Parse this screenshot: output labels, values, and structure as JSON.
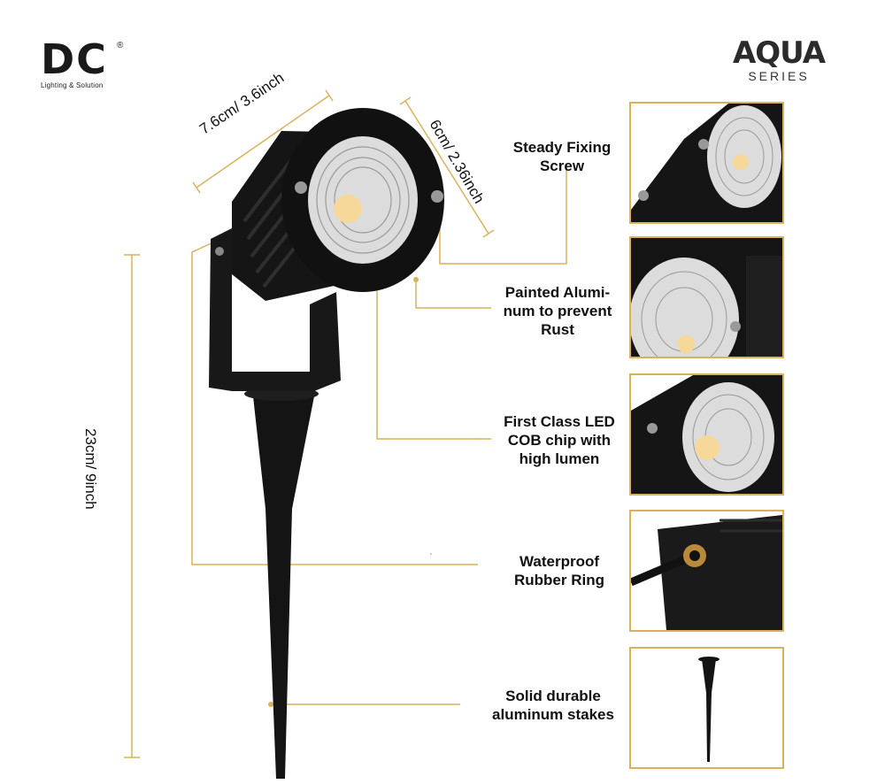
{
  "brand": {
    "dc_logo_text": "DC",
    "dc_registered": "®",
    "dc_tagline": "Lighting & Solution",
    "aqua_text": "AQUA",
    "series_text": "SERIES"
  },
  "dimensions": {
    "width": "7.6cm/ 3.6inch",
    "depth": "6cm/ 2.36inch",
    "height": "23cm/ 9inch"
  },
  "features": [
    {
      "text": "Steady Fixing\nScrew"
    },
    {
      "text": "Painted Alumi-\nnum to prevent\nRust"
    },
    {
      "text": "First Class LED\nCOB chip with\nhigh lumen"
    },
    {
      "text": "Waterproof\nRubber Ring"
    },
    {
      "text": "Solid durable\naluminum stakes"
    }
  ],
  "colors": {
    "accent_gold": "#d9b25a",
    "fixture_black": "#141414",
    "led_warm": "#f5d89a"
  }
}
